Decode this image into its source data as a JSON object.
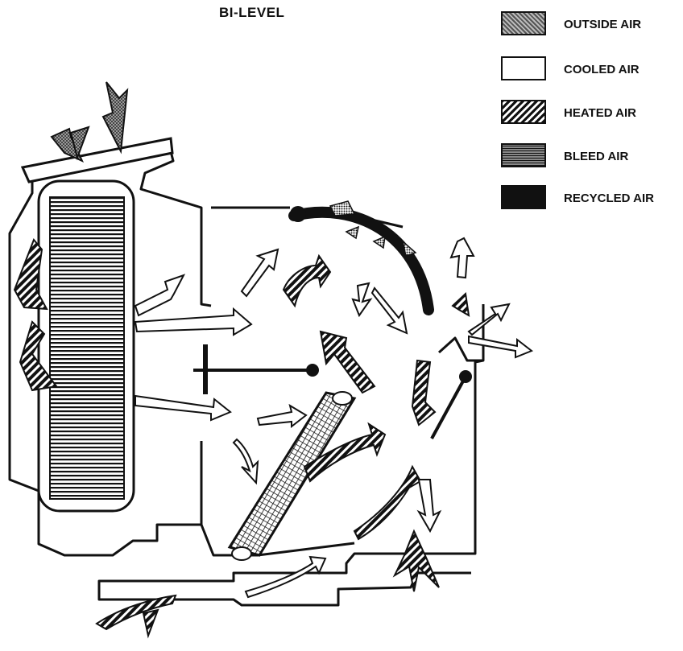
{
  "title": "BI-LEVEL",
  "legend": [
    {
      "label": "OUTSIDE AIR",
      "pattern": "outside"
    },
    {
      "label": "COOLED AIR",
      "pattern": "cooled"
    },
    {
      "label": "HEATED AIR",
      "pattern": "heated"
    },
    {
      "label": "BLEED AIR",
      "pattern": "bleed"
    },
    {
      "label": "RECYCLED AIR",
      "pattern": "recycled"
    }
  ],
  "colors": {
    "ink": "#111111",
    "paper": "#ffffff"
  }
}
